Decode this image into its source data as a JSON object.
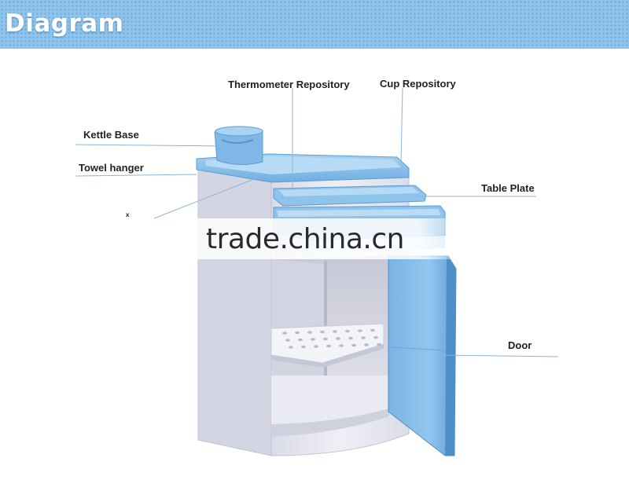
{
  "banner": {
    "title": "Diagram"
  },
  "labels": {
    "thermometer": "Thermometer Repository",
    "cup": "Cup Repository",
    "kettle": "Kettle Base",
    "towel": "Towel hanger",
    "table_plate": "Table Plate",
    "door": "Door",
    "clipped": "ˣ"
  },
  "watermark": "trade.china.cn",
  "colors": {
    "banner": "#8fc4ec",
    "cabinet": "#e6e7f1",
    "blue_trim": "#7fb9e6",
    "door": "#86bce8",
    "leader_line": "#8fb3d6"
  }
}
